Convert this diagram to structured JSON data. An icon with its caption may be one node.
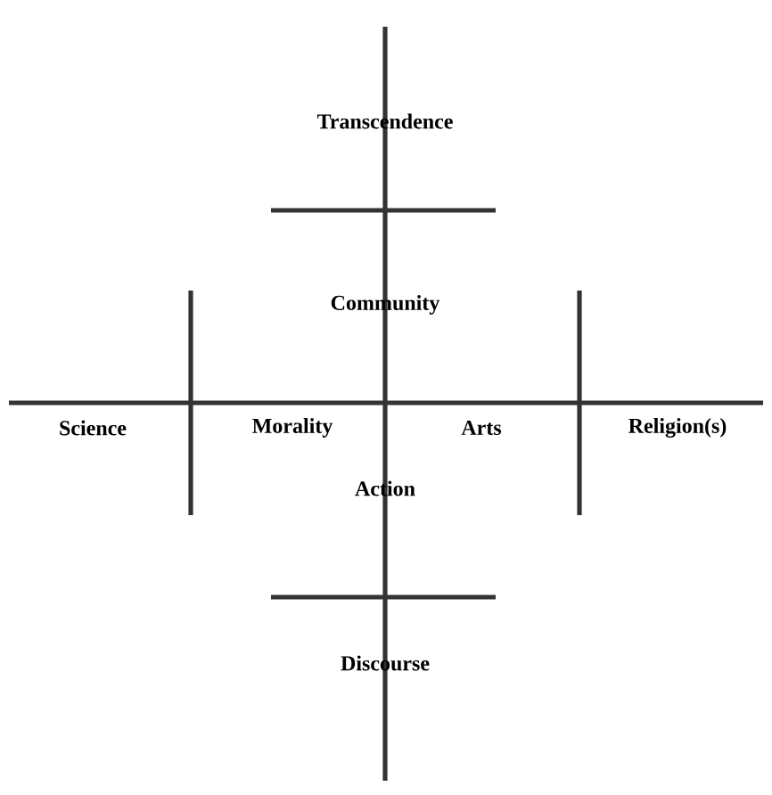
{
  "diagram": {
    "labels": [
      "Transcendence",
      "Community",
      "Science",
      "Morality",
      "Arts",
      "Religion(s)",
      "Action",
      "Discourse"
    ]
  }
}
